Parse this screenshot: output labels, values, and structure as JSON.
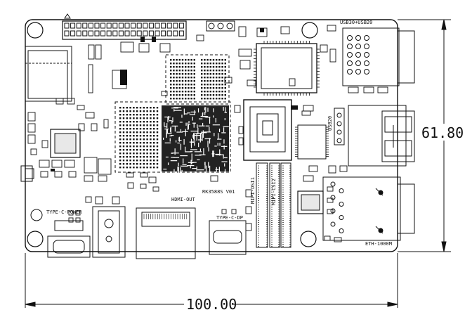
{
  "labels": {
    "usb_top": "USB30+USB20",
    "usb_side": "USB20",
    "soc": "RK3588S V01",
    "hdmi": "HDMI-OUT",
    "type_c_power": "TYPE-C-POWER",
    "type_c_dp": "TYPE-C-DP",
    "mipi_dsi": "MIPI-DSI1",
    "mipi_csi": "MIPI-CSI2",
    "eth": "ETH-1000M"
  },
  "dimensions": {
    "width": "100.00",
    "height": "61.80"
  }
}
